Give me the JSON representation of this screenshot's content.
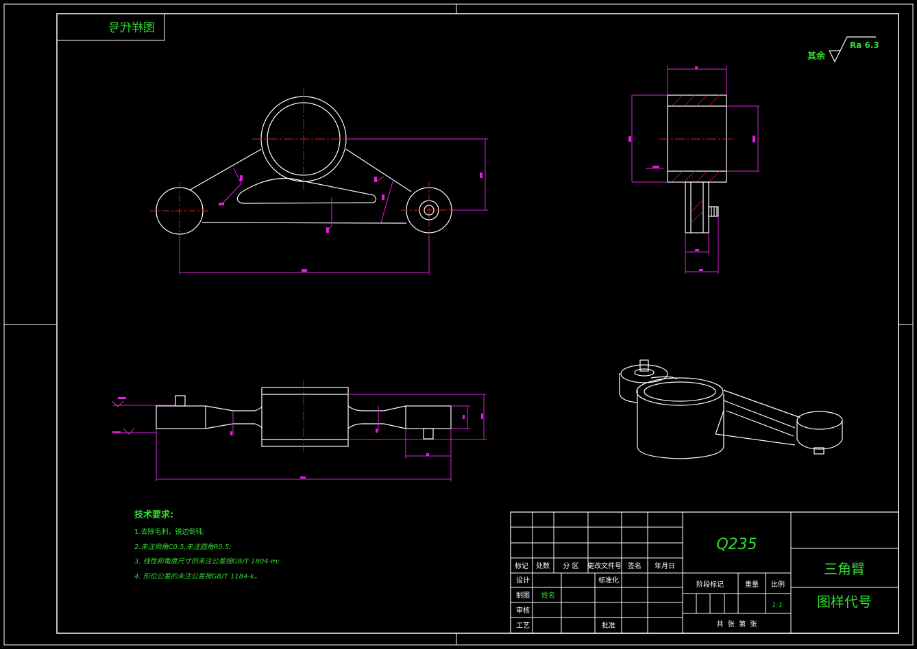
{
  "drawing": {
    "stamp_mirrored": "图样代号",
    "roughness": {
      "prefix": "其余",
      "value": "Ra 6.3"
    },
    "technical_requirements": {
      "heading": "技术要求:",
      "items": [
        "1.去除毛刺，锐边倒钝;",
        "2.未注倒角C0.5,未注圆角R0.5;",
        "3. 线性和角度尺寸的未注公差按GB/T 1804-m;",
        "4. 形位公差的未注公差按GB/T 1184-k。"
      ]
    },
    "title_block": {
      "material": "Q235",
      "part_name": "三角臂",
      "drawing_number": "图样代号",
      "scale": "1:1",
      "labels": {
        "mark": "标记",
        "count": "处数",
        "zone": "分 区",
        "change_doc": "更改文件号",
        "signature": "签名",
        "date": "年月日",
        "design": "设计",
        "standardize": "标准化",
        "drawing": "制图",
        "name": "姓名",
        "review": "审核",
        "process": "工艺",
        "approve": "批准",
        "stage_mark": "阶段标记",
        "weight": "重量",
        "ratio": "比例",
        "sheets": "共  张  第  张"
      }
    }
  },
  "colors": {
    "line": "#ffffff",
    "dimension": "#e020e0",
    "centerline": "#d02020",
    "text": "#33dd33"
  }
}
